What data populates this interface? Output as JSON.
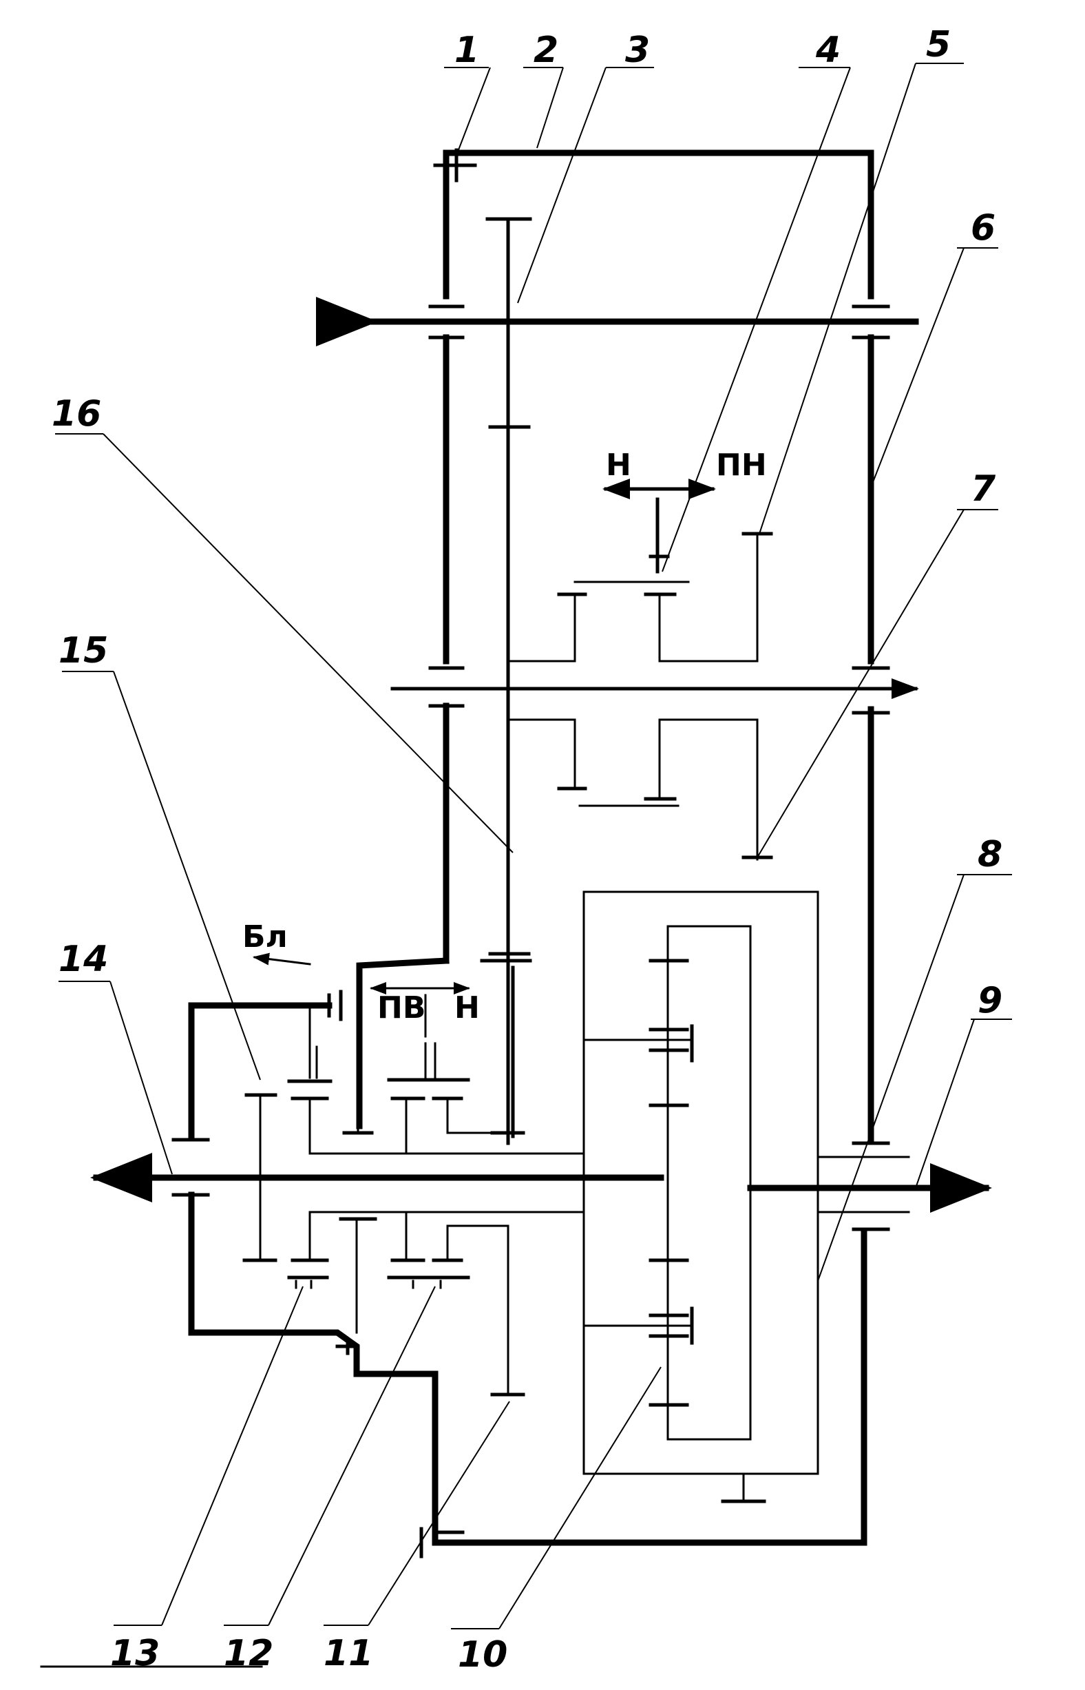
{
  "diagram": {
    "part_labels": [
      "1",
      "2",
      "3",
      "4",
      "5",
      "6",
      "7",
      "8",
      "9",
      "10",
      "11",
      "12",
      "13",
      "14",
      "15",
      "16"
    ],
    "marks": {
      "n_top": "Н",
      "pn": "ПН",
      "bl": "Бл",
      "pv": "ПВ",
      "n_low": "Н"
    }
  }
}
